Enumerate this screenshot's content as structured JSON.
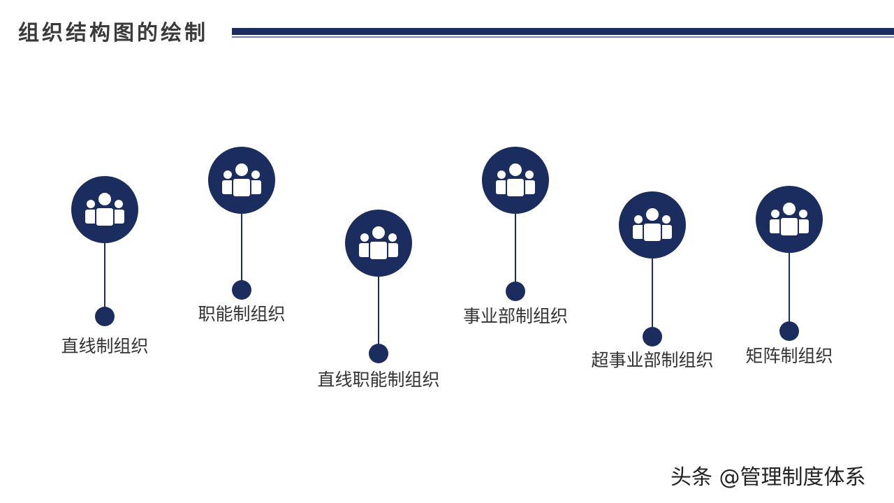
{
  "title": "组织结构图的绘制",
  "colors": {
    "accent": "#1b2d5e"
  },
  "nodes": [
    {
      "label": "直线制组织",
      "icon": "people-group-icon"
    },
    {
      "label": "职能制组织",
      "icon": "people-group-icon"
    },
    {
      "label": "直线职能制组织",
      "icon": "people-group-icon"
    },
    {
      "label": "事业部制组织",
      "icon": "people-group-icon"
    },
    {
      "label": "超事业部制组织",
      "icon": "people-group-icon"
    },
    {
      "label": "矩阵制组织",
      "icon": "people-group-icon"
    }
  ],
  "watermark": "头条 @管理制度体系"
}
